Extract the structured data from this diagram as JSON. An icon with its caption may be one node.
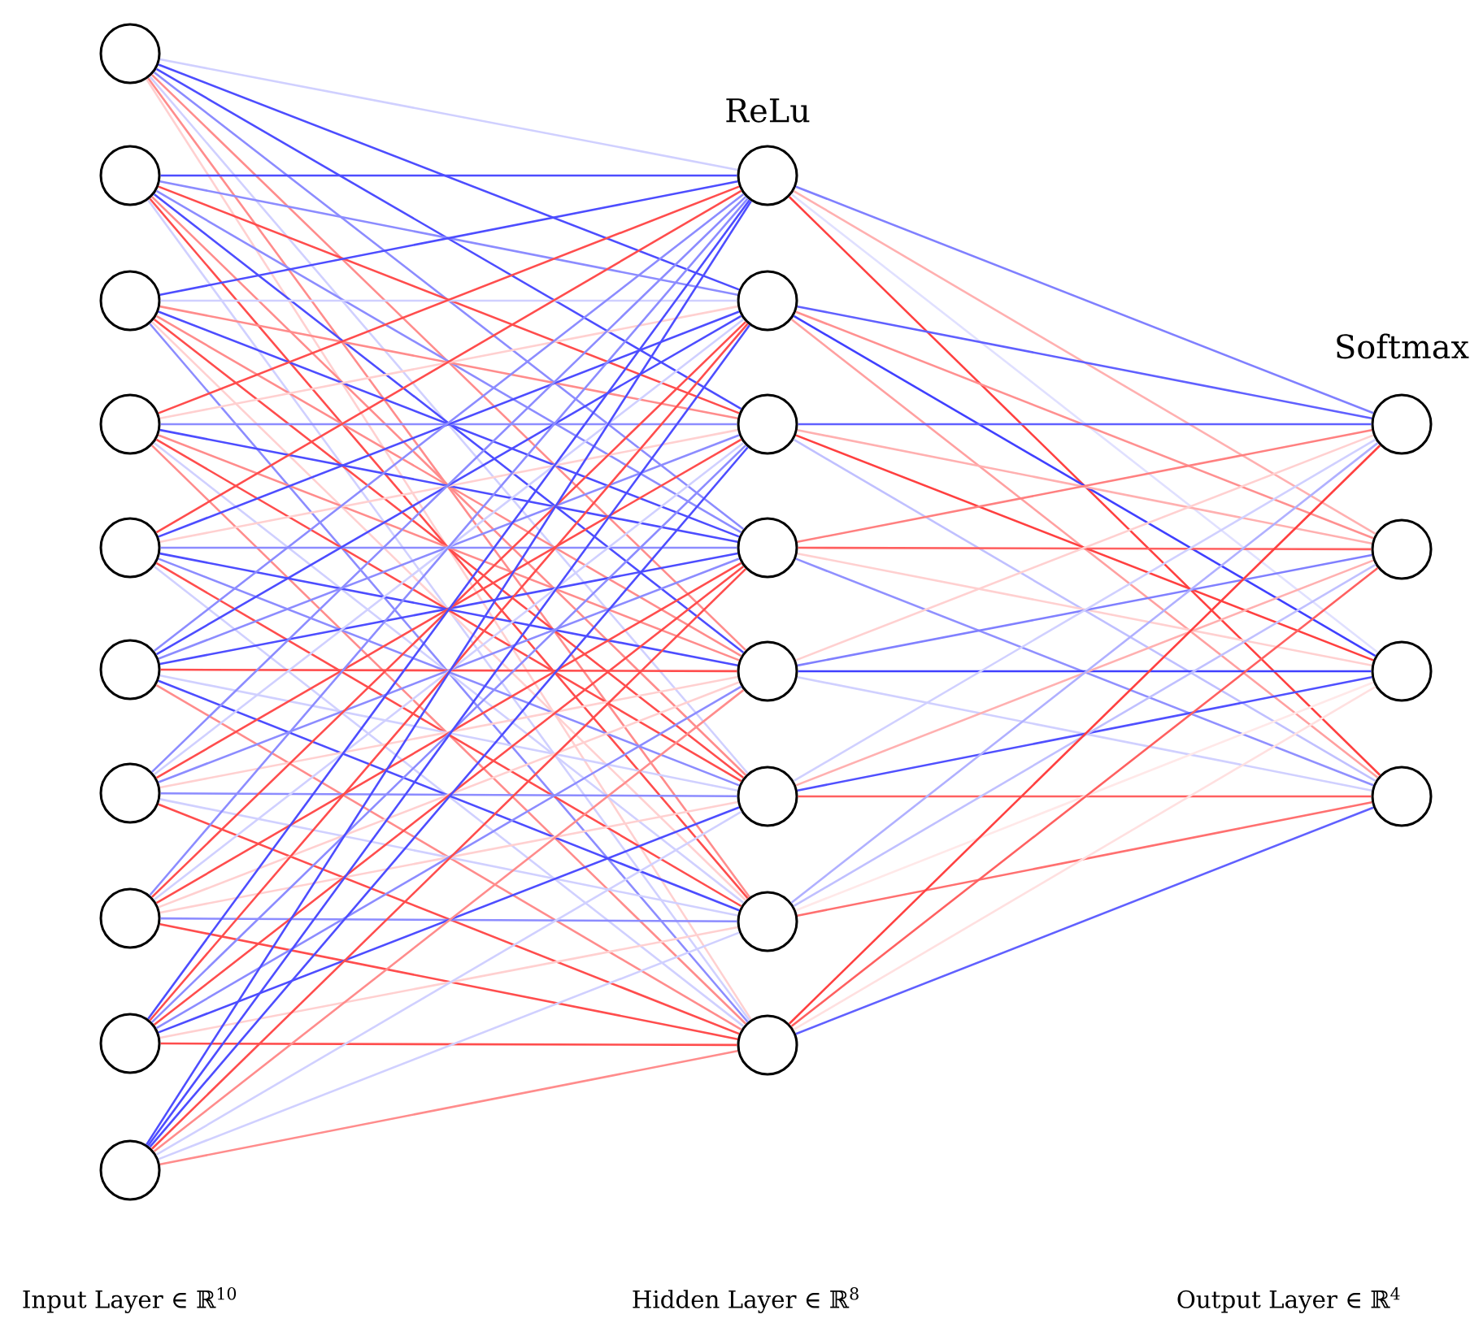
{
  "diagram": {
    "nodes": [
      {
        "text": [],
        "shape": "circle"
      },
      {
        "text": [],
        "shape": "circle"
      },
      {
        "text": [],
        "shape": "circle"
      },
      {
        "text": [],
        "shape": "circle"
      },
      {
        "text": [],
        "shape": "circle"
      },
      {
        "text": [],
        "shape": "circle"
      },
      {
        "text": [],
        "shape": "circle"
      },
      {
        "text": [],
        "shape": "circle"
      },
      {
        "text": [],
        "shape": "circle"
      },
      {
        "text": [],
        "shape": "circle"
      },
      {
        "text": [],
        "shape": "circle"
      },
      {
        "text": [],
        "shape": "circle"
      },
      {
        "text": [],
        "shape": "circle"
      },
      {
        "text": [],
        "shape": "circle"
      },
      {
        "text": [],
        "shape": "circle"
      },
      {
        "text": [],
        "shape": "circle"
      },
      {
        "text": [],
        "shape": "circle"
      },
      {
        "text": [],
        "shape": "circle"
      },
      {
        "text": [],
        "shape": "circle"
      },
      {
        "text": [],
        "shape": "circle"
      },
      {
        "text": [],
        "shape": "circle"
      },
      {
        "text": [],
        "shape": "circle"
      }
    ],
    "edges": [
      {
        "from": 0,
        "to": 10,
        "arrow": "none",
        "color": "#d0d0ff"
      },
      {
        "from": 0,
        "to": 11,
        "arrow": "none",
        "color": "#4d4dff"
      },
      {
        "from": 0,
        "to": 12,
        "arrow": "none",
        "color": "#4d4dff"
      },
      {
        "from": 0,
        "to": 13,
        "arrow": "none",
        "color": "#8c8cff"
      },
      {
        "from": 0,
        "to": 14,
        "arrow": "none",
        "color": "#ff8c8c"
      },
      {
        "from": 0,
        "to": 15,
        "arrow": "none",
        "color": "#d0d0ff"
      },
      {
        "from": 0,
        "to": 16,
        "arrow": "none",
        "color": "#ff8c8c"
      },
      {
        "from": 0,
        "to": 17,
        "arrow": "none",
        "color": "#ffd0d0"
      },
      {
        "from": 1,
        "to": 10,
        "arrow": "none",
        "color": "#4d4dff"
      },
      {
        "from": 1,
        "to": 11,
        "arrow": "none",
        "color": "#8c8cff"
      },
      {
        "from": 1,
        "to": 12,
        "arrow": "none",
        "color": "#ff4d4d"
      },
      {
        "from": 1,
        "to": 13,
        "arrow": "none",
        "color": "#8c8cff"
      },
      {
        "from": 1,
        "to": 14,
        "arrow": "none",
        "color": "#4d4dff"
      },
      {
        "from": 1,
        "to": 15,
        "arrow": "none",
        "color": "#ff8c8c"
      },
      {
        "from": 1,
        "to": 16,
        "arrow": "none",
        "color": "#ff4d4d"
      },
      {
        "from": 1,
        "to": 17,
        "arrow": "none",
        "color": "#d0d0ff"
      },
      {
        "from": 2,
        "to": 10,
        "arrow": "none",
        "color": "#4d4dff"
      },
      {
        "from": 2,
        "to": 11,
        "arrow": "none",
        "color": "#d0d0ff"
      },
      {
        "from": 2,
        "to": 12,
        "arrow": "none",
        "color": "#ff8c8c"
      },
      {
        "from": 2,
        "to": 13,
        "arrow": "none",
        "color": "#4d4dff"
      },
      {
        "from": 2,
        "to": 14,
        "arrow": "none",
        "color": "#ff8c8c"
      },
      {
        "from": 2,
        "to": 15,
        "arrow": "none",
        "color": "#ff4d4d"
      },
      {
        "from": 2,
        "to": 16,
        "arrow": "none",
        "color": "#ffd0d0"
      },
      {
        "from": 2,
        "to": 17,
        "arrow": "none",
        "color": "#8c8cff"
      },
      {
        "from": 3,
        "to": 10,
        "arrow": "none",
        "color": "#ff4d4d"
      },
      {
        "from": 3,
        "to": 11,
        "arrow": "none",
        "color": "#ffd0d0"
      },
      {
        "from": 3,
        "to": 12,
        "arrow": "none",
        "color": "#8c8cff"
      },
      {
        "from": 3,
        "to": 13,
        "arrow": "none",
        "color": "#4d4dff"
      },
      {
        "from": 3,
        "to": 14,
        "arrow": "none",
        "color": "#ff8c8c"
      },
      {
        "from": 3,
        "to": 15,
        "arrow": "none",
        "color": "#ff4d4d"
      },
      {
        "from": 3,
        "to": 16,
        "arrow": "none",
        "color": "#d0d0ff"
      },
      {
        "from": 3,
        "to": 17,
        "arrow": "none",
        "color": "#ff8c8c"
      },
      {
        "from": 4,
        "to": 10,
        "arrow": "none",
        "color": "#ff4d4d"
      },
      {
        "from": 4,
        "to": 11,
        "arrow": "none",
        "color": "#4d4dff"
      },
      {
        "from": 4,
        "to": 12,
        "arrow": "none",
        "color": "#ffd0d0"
      },
      {
        "from": 4,
        "to": 13,
        "arrow": "none",
        "color": "#8c8cff"
      },
      {
        "from": 4,
        "to": 14,
        "arrow": "none",
        "color": "#4d4dff"
      },
      {
        "from": 4,
        "to": 15,
        "arrow": "none",
        "color": "#8c8cff"
      },
      {
        "from": 4,
        "to": 16,
        "arrow": "none",
        "color": "#ff4d4d"
      },
      {
        "from": 4,
        "to": 17,
        "arrow": "none",
        "color": "#d0d0ff"
      },
      {
        "from": 5,
        "to": 10,
        "arrow": "none",
        "color": "#8c8cff"
      },
      {
        "from": 5,
        "to": 11,
        "arrow": "none",
        "color": "#4d4dff"
      },
      {
        "from": 5,
        "to": 12,
        "arrow": "none",
        "color": "#8c8cff"
      },
      {
        "from": 5,
        "to": 13,
        "arrow": "none",
        "color": "#4d4dff"
      },
      {
        "from": 5,
        "to": 14,
        "arrow": "none",
        "color": "#ff4d4d"
      },
      {
        "from": 5,
        "to": 15,
        "arrow": "none",
        "color": "#d0d0ff"
      },
      {
        "from": 5,
        "to": 16,
        "arrow": "none",
        "color": "#4d4dff"
      },
      {
        "from": 5,
        "to": 17,
        "arrow": "none",
        "color": "#ff8c8c"
      },
      {
        "from": 6,
        "to": 10,
        "arrow": "none",
        "color": "#8c8cff"
      },
      {
        "from": 6,
        "to": 11,
        "arrow": "none",
        "color": "#d0d0ff"
      },
      {
        "from": 6,
        "to": 12,
        "arrow": "none",
        "color": "#ff4d4d"
      },
      {
        "from": 6,
        "to": 13,
        "arrow": "none",
        "color": "#8c8cff"
      },
      {
        "from": 6,
        "to": 14,
        "arrow": "none",
        "color": "#ffd0d0"
      },
      {
        "from": 6,
        "to": 15,
        "arrow": "none",
        "color": "#8c8cff"
      },
      {
        "from": 6,
        "to": 16,
        "arrow": "none",
        "color": "#d0d0ff"
      },
      {
        "from": 6,
        "to": 17,
        "arrow": "none",
        "color": "#ff4d4d"
      },
      {
        "from": 7,
        "to": 10,
        "arrow": "none",
        "color": "#8c8cff"
      },
      {
        "from": 7,
        "to": 11,
        "arrow": "none",
        "color": "#ff4d4d"
      },
      {
        "from": 7,
        "to": 12,
        "arrow": "none",
        "color": "#d0d0ff"
      },
      {
        "from": 7,
        "to": 13,
        "arrow": "none",
        "color": "#ff4d4d"
      },
      {
        "from": 7,
        "to": 14,
        "arrow": "none",
        "color": "#ffd0d0"
      },
      {
        "from": 7,
        "to": 15,
        "arrow": "none",
        "color": "#ffd0d0"
      },
      {
        "from": 7,
        "to": 16,
        "arrow": "none",
        "color": "#8c8cff"
      },
      {
        "from": 7,
        "to": 17,
        "arrow": "none",
        "color": "#ff4d4d"
      },
      {
        "from": 8,
        "to": 10,
        "arrow": "none",
        "color": "#4d4dff"
      },
      {
        "from": 8,
        "to": 11,
        "arrow": "none",
        "color": "#ff4d4d"
      },
      {
        "from": 8,
        "to": 12,
        "arrow": "none",
        "color": "#8c8cff"
      },
      {
        "from": 8,
        "to": 13,
        "arrow": "none",
        "color": "#ff4d4d"
      },
      {
        "from": 8,
        "to": 14,
        "arrow": "none",
        "color": "#8c8cff"
      },
      {
        "from": 8,
        "to": 15,
        "arrow": "none",
        "color": "#4d4dff"
      },
      {
        "from": 8,
        "to": 16,
        "arrow": "none",
        "color": "#ffd0d0"
      },
      {
        "from": 8,
        "to": 17,
        "arrow": "none",
        "color": "#ff4d4d"
      },
      {
        "from": 9,
        "to": 10,
        "arrow": "none",
        "color": "#4d4dff"
      },
      {
        "from": 9,
        "to": 11,
        "arrow": "none",
        "color": "#4d4dff"
      },
      {
        "from": 9,
        "to": 12,
        "arrow": "none",
        "color": "#4d4dff"
      },
      {
        "from": 9,
        "to": 13,
        "arrow": "none",
        "color": "#ff4d4d"
      },
      {
        "from": 9,
        "to": 14,
        "arrow": "none",
        "color": "#ff8c8c"
      },
      {
        "from": 9,
        "to": 15,
        "arrow": "none",
        "color": "#d0d0ff"
      },
      {
        "from": 9,
        "to": 16,
        "arrow": "none",
        "color": "#d0d0ff"
      },
      {
        "from": 9,
        "to": 17,
        "arrow": "none",
        "color": "#ff8c8c"
      },
      {
        "from": 10,
        "to": 18,
        "arrow": "none",
        "color": "#8080ff"
      },
      {
        "from": 10,
        "to": 19,
        "arrow": "none",
        "color": "#ffb0b0"
      },
      {
        "from": 10,
        "to": 20,
        "arrow": "none",
        "color": "#e0e0ff"
      },
      {
        "from": 10,
        "to": 21,
        "arrow": "none",
        "color": "#ff4040"
      },
      {
        "from": 11,
        "to": 18,
        "arrow": "none",
        "color": "#6060ff"
      },
      {
        "from": 11,
        "to": 19,
        "arrow": "none",
        "color": "#ff9090"
      },
      {
        "from": 11,
        "to": 20,
        "arrow": "none",
        "color": "#4040ff"
      },
      {
        "from": 11,
        "to": 21,
        "arrow": "none",
        "color": "#ffa0a0"
      },
      {
        "from": 12,
        "to": 18,
        "arrow": "none",
        "color": "#6060ff"
      },
      {
        "from": 12,
        "to": 19,
        "arrow": "none",
        "color": "#ffb0b0"
      },
      {
        "from": 12,
        "to": 20,
        "arrow": "none",
        "color": "#ff4040"
      },
      {
        "from": 12,
        "to": 21,
        "arrow": "none",
        "color": "#c0c0ff"
      },
      {
        "from": 13,
        "to": 18,
        "arrow": "none",
        "color": "#ff8080"
      },
      {
        "from": 13,
        "to": 19,
        "arrow": "none",
        "color": "#ff6060"
      },
      {
        "from": 13,
        "to": 20,
        "arrow": "none",
        "color": "#ffd0d0"
      },
      {
        "from": 13,
        "to": 21,
        "arrow": "none",
        "color": "#9090ff"
      },
      {
        "from": 14,
        "to": 18,
        "arrow": "none",
        "color": "#ffd0d0"
      },
      {
        "from": 14,
        "to": 19,
        "arrow": "none",
        "color": "#8080ff"
      },
      {
        "from": 14,
        "to": 20,
        "arrow": "none",
        "color": "#4040ff"
      },
      {
        "from": 14,
        "to": 21,
        "arrow": "none",
        "color": "#d0d0ff"
      },
      {
        "from": 15,
        "to": 18,
        "arrow": "none",
        "color": "#d0d0ff"
      },
      {
        "from": 15,
        "to": 19,
        "arrow": "none",
        "color": "#ffb0b0"
      },
      {
        "from": 15,
        "to": 20,
        "arrow": "none",
        "color": "#5050ff"
      },
      {
        "from": 15,
        "to": 21,
        "arrow": "none",
        "color": "#ff6060"
      },
      {
        "from": 16,
        "to": 18,
        "arrow": "none",
        "color": "#b0b0ff"
      },
      {
        "from": 16,
        "to": 19,
        "arrow": "none",
        "color": "#c0c0ff"
      },
      {
        "from": 16,
        "to": 20,
        "arrow": "none",
        "color": "#ffe8e8"
      },
      {
        "from": 16,
        "to": 21,
        "arrow": "none",
        "color": "#ff7070"
      },
      {
        "from": 17,
        "to": 18,
        "arrow": "none",
        "color": "#ff4040"
      },
      {
        "from": 17,
        "to": 19,
        "arrow": "none",
        "color": "#ff6060"
      },
      {
        "from": 17,
        "to": 20,
        "arrow": "none",
        "color": "#ffe0e0"
      },
      {
        "from": 17,
        "to": 21,
        "arrow": "none",
        "color": "#6060ff"
      }
    ],
    "labels": [
      "ReLu",
      "Softmax",
      "Input Layer ∈ ℝ$^{10}$",
      "Hidden Layer ∈ ℝ$^{8}$",
      "Output Layer ∈ ℝ$^{4}$"
    ]
  }
}
